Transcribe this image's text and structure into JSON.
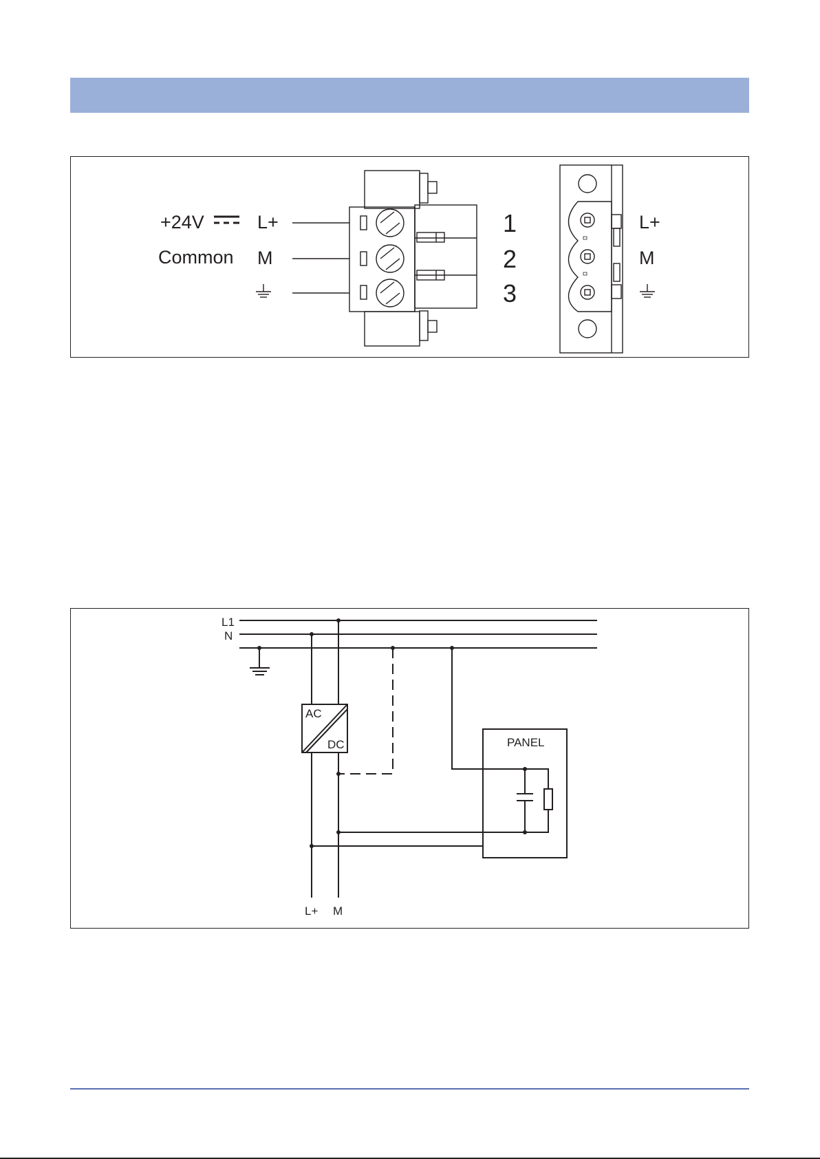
{
  "figure1": {
    "voltage_label": "+24V",
    "common_label": "Common",
    "pins": [
      {
        "number": "1",
        "plug_label": "L+",
        "socket_label": "L+"
      },
      {
        "number": "2",
        "plug_label": "M",
        "socket_label": "M"
      },
      {
        "number": "3",
        "plug_label": "",
        "socket_label": ""
      }
    ],
    "icons": [
      "dc-voltage-icon",
      "ground-icon"
    ]
  },
  "figure2": {
    "line_labels": [
      "L1",
      "N"
    ],
    "converter_labels": {
      "in": "AC",
      "out": "DC"
    },
    "device_label": "PANEL",
    "output_labels": [
      "L+",
      "M"
    ]
  },
  "colors": {
    "header": "#9bb0d9",
    "footer_rule": "#5a6fb5",
    "line": "#231f20"
  }
}
